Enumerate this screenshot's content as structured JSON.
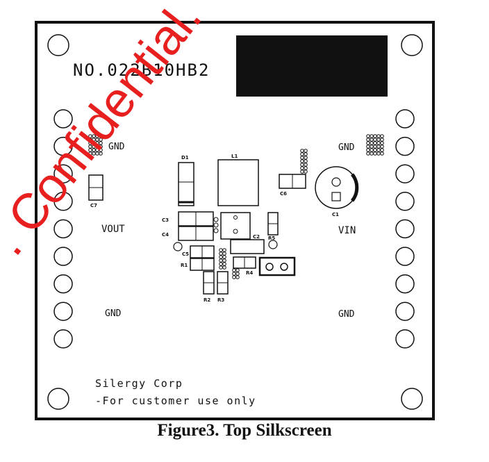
{
  "board": {
    "part_number": "NO.022B10HB2",
    "labels": {
      "gnd_top_left": "GND",
      "gnd_top_right": "GND",
      "vout": "VOUT",
      "vin": "VIN",
      "gnd_bottom_left": "GND",
      "gnd_bottom_right": "GND"
    },
    "company": "Silergy Corp",
    "note": "-For customer use only",
    "refs": {
      "d1": "D1",
      "l1": "L1",
      "c1": "C1",
      "c2": "C2",
      "c3": "C3",
      "c4": "C4",
      "c5": "C5",
      "c6": "C6",
      "c7": "C7",
      "r1": "R1",
      "r2": "R2",
      "r3": "R3",
      "r4": "R4",
      "r5": "R5"
    }
  },
  "watermark": {
    "text": ". Confidential.",
    "color": "#e81f1f"
  },
  "caption": "Figure3. Top Silkscreen"
}
